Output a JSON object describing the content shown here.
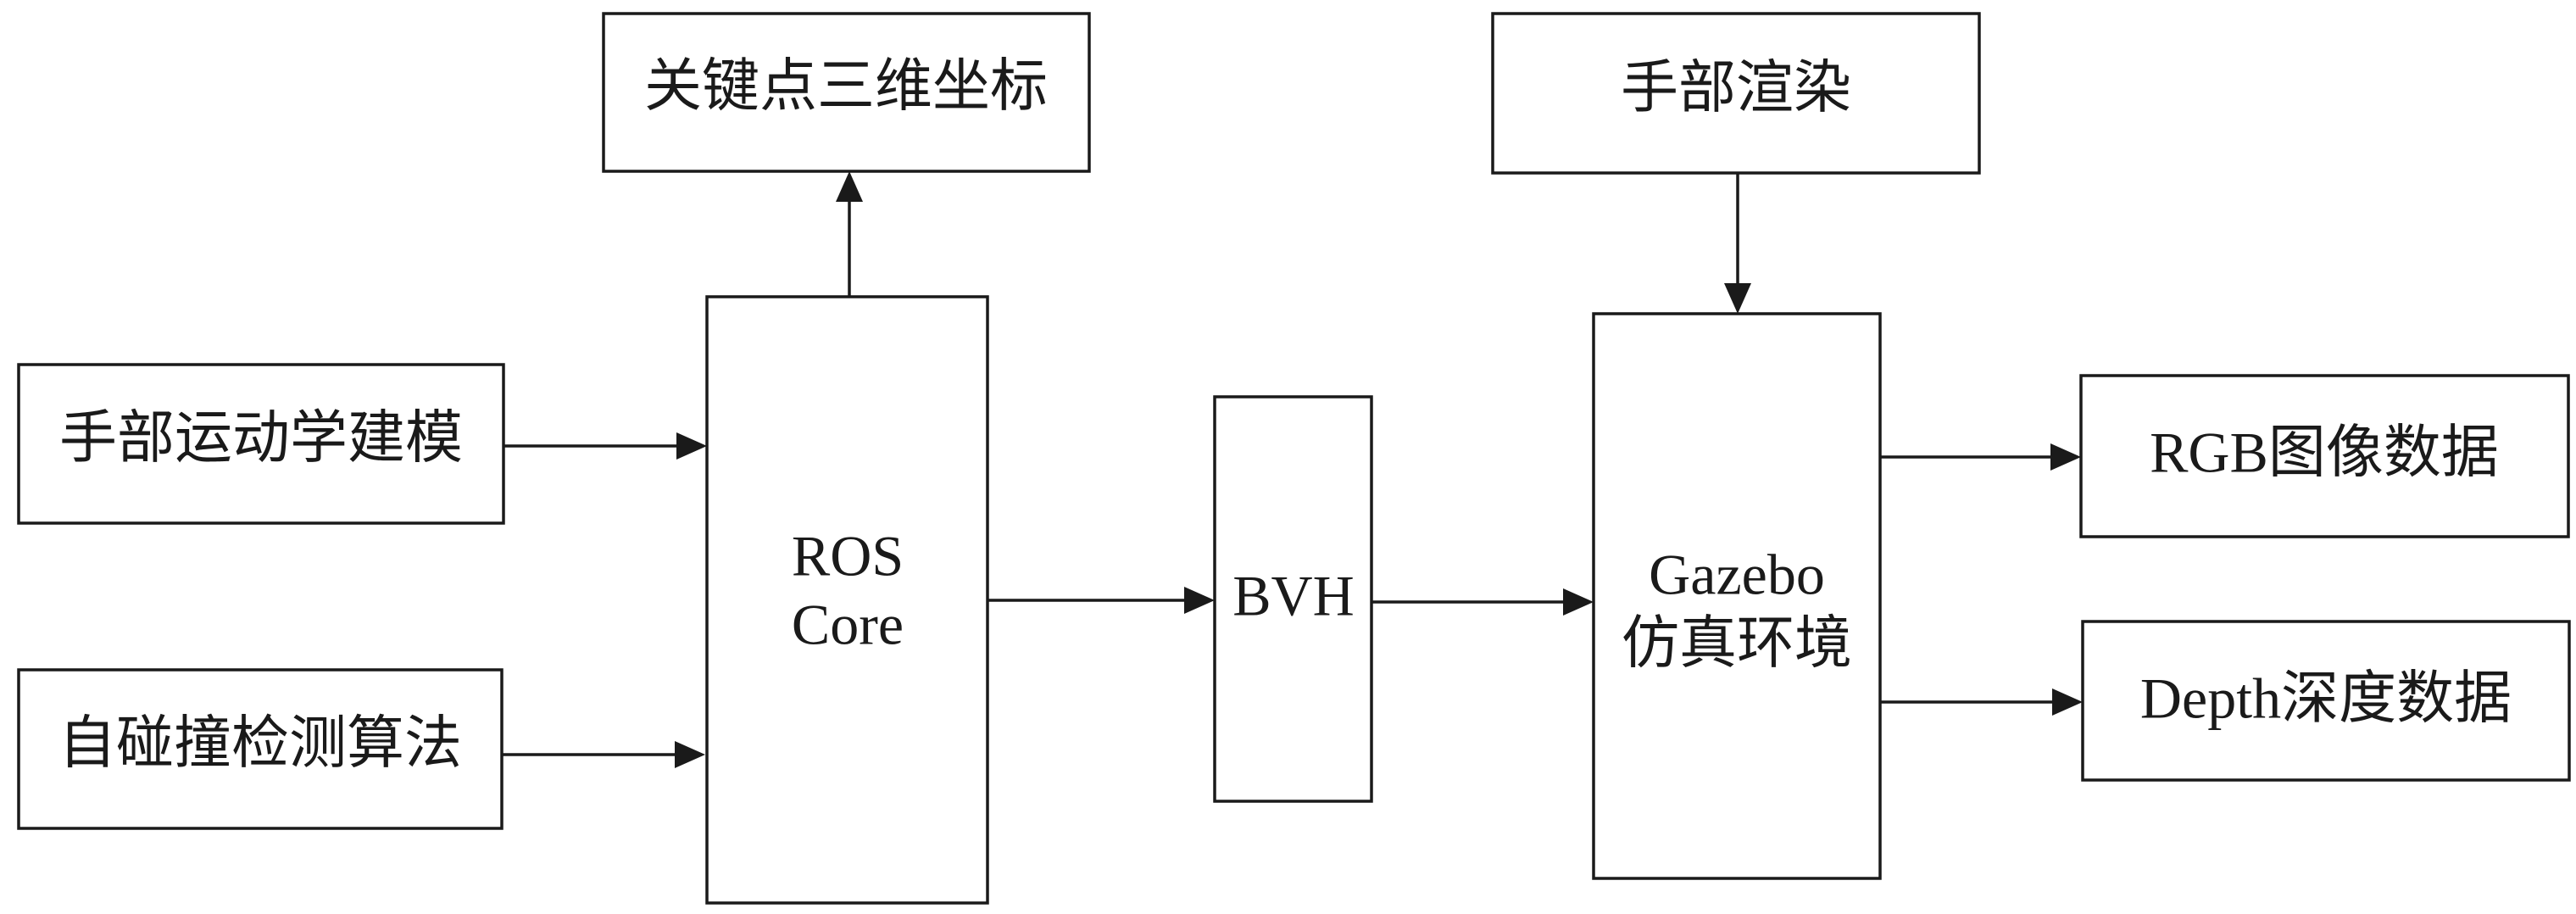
{
  "nodes": {
    "keypoint_3d_coords": "关键点三维坐标",
    "hand_kinematics_modeling": "手部运动学建模",
    "self_collision_detection": "自碰撞检测算法",
    "ros_core_line1": "ROS",
    "ros_core_line2": "Core",
    "bvh": "BVH",
    "hand_rendering": "手部渲染",
    "gazebo_line1": "Gazebo",
    "gazebo_line2": "仿真环境",
    "rgb_image_data": "RGB图像数据",
    "depth_data": "Depth深度数据"
  },
  "edges": [
    {
      "from": "hand_kinematics_modeling",
      "to": "ros_core"
    },
    {
      "from": "self_collision_detection",
      "to": "ros_core"
    },
    {
      "from": "ros_core",
      "to": "keypoint_3d_coords"
    },
    {
      "from": "ros_core",
      "to": "bvh"
    },
    {
      "from": "bvh",
      "to": "gazebo"
    },
    {
      "from": "hand_rendering",
      "to": "gazebo"
    },
    {
      "from": "gazebo",
      "to": "rgb_image_data"
    },
    {
      "from": "gazebo",
      "to": "depth_data"
    }
  ]
}
